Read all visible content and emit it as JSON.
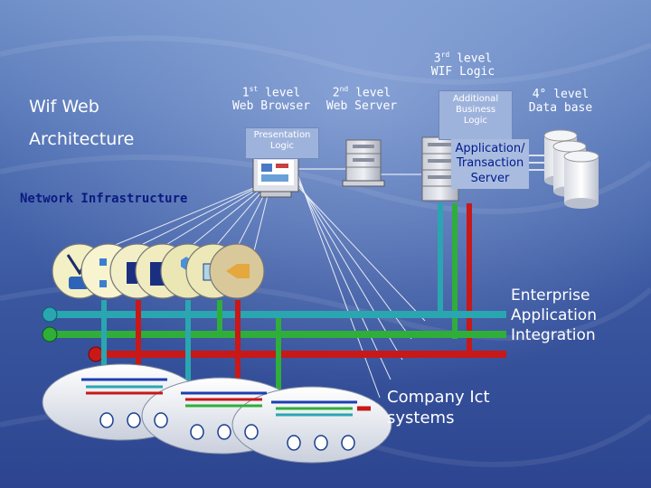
{
  "title": {
    "line1": "Wif Web",
    "line2": "Architecture"
  },
  "levels": {
    "first": {
      "num": "1",
      "sup": "st",
      "word": " level",
      "name": "Web Browser"
    },
    "second": {
      "num": "2",
      "sup": "nd",
      "word": " level",
      "name": "Web Server"
    },
    "third": {
      "num": "3",
      "sup": "rd",
      "word": " level",
      "name": "WIF Logic"
    },
    "fourth": {
      "line1": "4° level",
      "name": "Data base"
    }
  },
  "boxes": {
    "presentation": {
      "line1": "Presentation",
      "line2": "Logic"
    },
    "business": {
      "line1": "Additional",
      "line2": "Business",
      "line3": "Logic"
    },
    "app_server": {
      "line1": "Application/",
      "line2": "Transaction",
      "line3": "Server"
    }
  },
  "network_label": "Network Infrastructure",
  "eai": {
    "line1": "Enterprise",
    "line2": "Application",
    "line3": "Integration"
  },
  "ict": {
    "line1": "Company Ict",
    "line2": "systems"
  },
  "colors": {
    "bus_teal": "#2aa6b0",
    "bus_green": "#2fae3a",
    "bus_red": "#c81818",
    "bus_blue": "#1a3fb0",
    "app_text": "#001a8c"
  },
  "icons": [
    "database-icon",
    "flowchart-icon",
    "data-storage-icon",
    "network-icon",
    "hexagon-nodes-icon",
    "circuit-icon",
    "puzzle-icon",
    "server-icon",
    "monitor-icon",
    "cylinder-db-icon"
  ]
}
